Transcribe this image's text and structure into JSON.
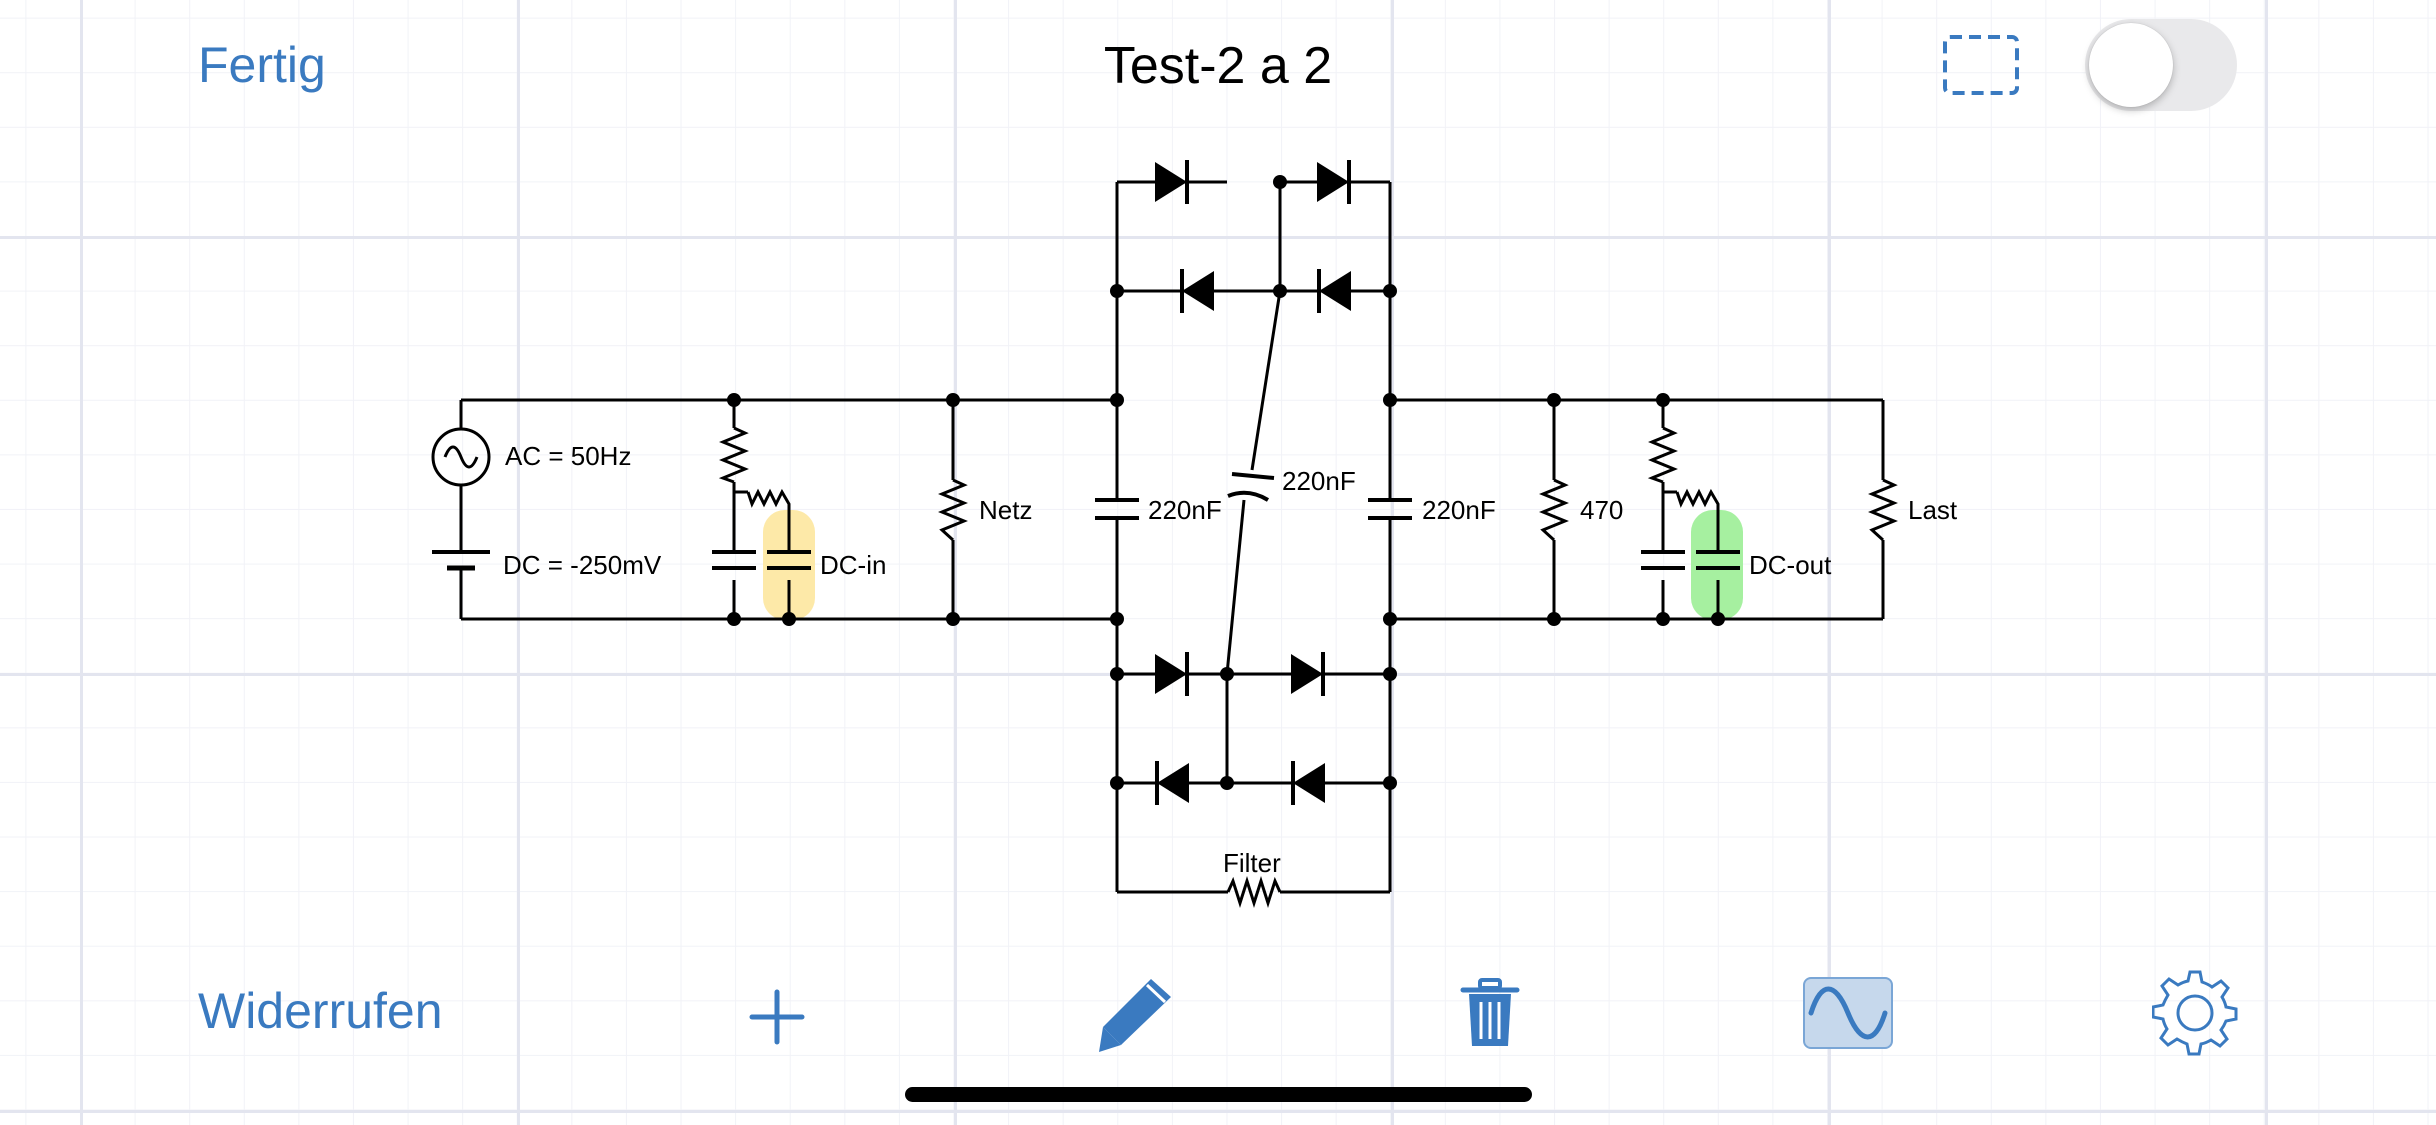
{
  "toolbar_top": {
    "done_label": "Fertig",
    "title": "Test-2 a 2"
  },
  "toolbar_bottom": {
    "undo_label": "Widerrufen"
  },
  "icons": {
    "select": "dashed-rectangle-icon",
    "toggle": "toggle-switch",
    "add": "plus-icon",
    "edit": "pencil-icon",
    "delete": "trash-icon",
    "simulate": "sine-wave-icon",
    "settings": "gear-icon"
  },
  "colors": {
    "accent": "#3a7ac0",
    "highlight_dc_in": "#fde9a8",
    "highlight_dc_out": "#a6f0a0"
  },
  "toggle_on": false,
  "circuit": {
    "source_ac": "AC = 50Hz",
    "source_dc": "DC = -250mV",
    "probe_in": "DC-in",
    "resistor_netz": "Netz",
    "cap_left": "220nF",
    "cap_middle": "220nF",
    "cap_right": "220nF",
    "resistor_470": "470",
    "probe_out": "DC-out",
    "resistor_last": "Last",
    "resistor_filter": "Filter"
  }
}
